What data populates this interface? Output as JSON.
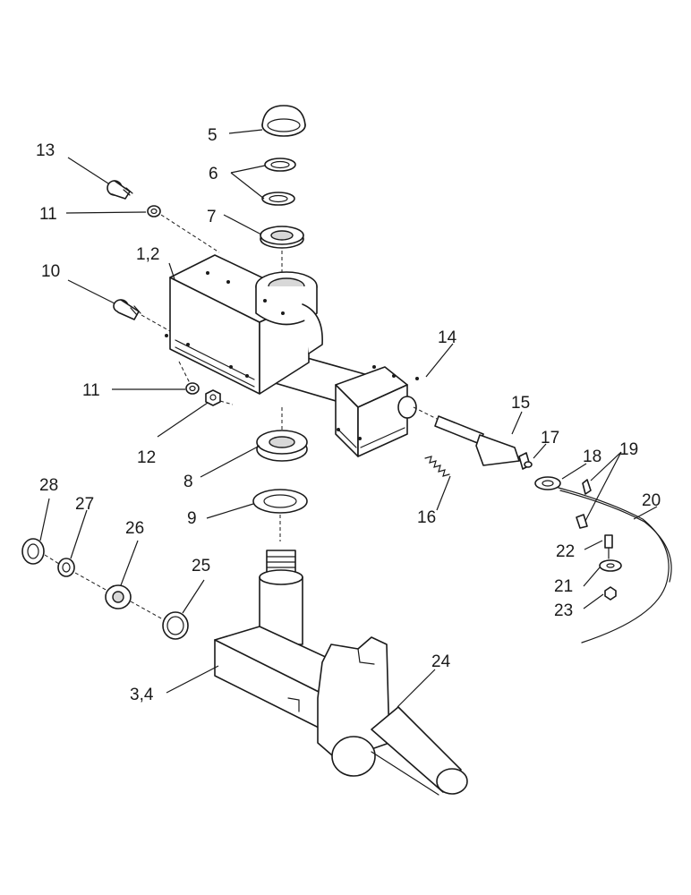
{
  "callouts": {
    "c1_2": "1,2",
    "c3_4": "3,4",
    "c5": "5",
    "c6": "6",
    "c7": "7",
    "c8": "8",
    "c9": "9",
    "c10": "10",
    "c11a": "11",
    "c11b": "11",
    "c12": "12",
    "c13": "13",
    "c14": "14",
    "c15": "15",
    "c16": "16",
    "c17": "17",
    "c18": "18",
    "c19": "19",
    "c20": "20",
    "c21": "21",
    "c22": "22",
    "c23": "23",
    "c24": "24",
    "c25": "25",
    "c26": "26",
    "c27": "27",
    "c28": "28"
  }
}
